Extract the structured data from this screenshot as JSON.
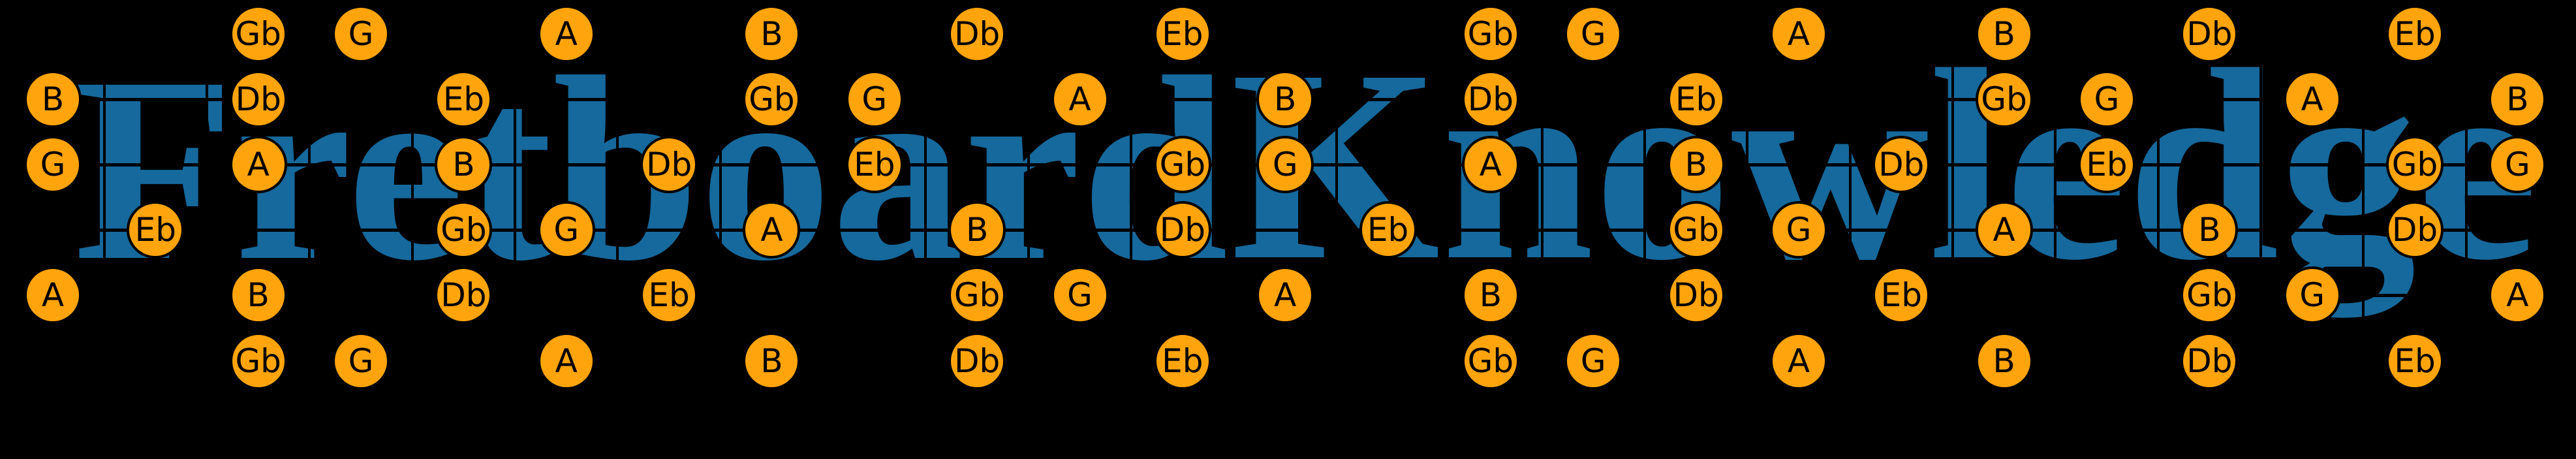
{
  "title": {
    "full": "Fretboard Knowledge",
    "word1": "Fretboard",
    "word2": "Knowledge",
    "color": "#15699D"
  },
  "colors": {
    "background": "#000000",
    "title_blue": "#15699D",
    "note_fill": "#FFA40D",
    "note_outline": "#000000",
    "grid_line": "#000000",
    "note_text": "#000000"
  },
  "fretboard": {
    "string_count": 6,
    "fret_count": 24,
    "note_labels_shown": [
      "Gb",
      "G",
      "A",
      "B",
      "Db",
      "Eb"
    ],
    "notes": [
      {
        "string": 1,
        "fret": 2,
        "label": "Gb"
      },
      {
        "string": 1,
        "fret": 3,
        "label": "G"
      },
      {
        "string": 1,
        "fret": 5,
        "label": "A"
      },
      {
        "string": 1,
        "fret": 7,
        "label": "B"
      },
      {
        "string": 1,
        "fret": 9,
        "label": "Db"
      },
      {
        "string": 1,
        "fret": 11,
        "label": "Eb"
      },
      {
        "string": 1,
        "fret": 14,
        "label": "Gb"
      },
      {
        "string": 1,
        "fret": 15,
        "label": "G"
      },
      {
        "string": 1,
        "fret": 17,
        "label": "A"
      },
      {
        "string": 1,
        "fret": 19,
        "label": "B"
      },
      {
        "string": 1,
        "fret": 21,
        "label": "Db"
      },
      {
        "string": 1,
        "fret": 23,
        "label": "Eb"
      },
      {
        "string": 2,
        "fret": 0,
        "label": "B"
      },
      {
        "string": 2,
        "fret": 2,
        "label": "Db"
      },
      {
        "string": 2,
        "fret": 4,
        "label": "Eb"
      },
      {
        "string": 2,
        "fret": 7,
        "label": "Gb"
      },
      {
        "string": 2,
        "fret": 8,
        "label": "G"
      },
      {
        "string": 2,
        "fret": 10,
        "label": "A"
      },
      {
        "string": 2,
        "fret": 12,
        "label": "B"
      },
      {
        "string": 2,
        "fret": 14,
        "label": "Db"
      },
      {
        "string": 2,
        "fret": 16,
        "label": "Eb"
      },
      {
        "string": 2,
        "fret": 19,
        "label": "Gb"
      },
      {
        "string": 2,
        "fret": 20,
        "label": "G"
      },
      {
        "string": 2,
        "fret": 22,
        "label": "A"
      },
      {
        "string": 2,
        "fret": 24,
        "label": "B"
      },
      {
        "string": 3,
        "fret": 0,
        "label": "G"
      },
      {
        "string": 3,
        "fret": 2,
        "label": "A"
      },
      {
        "string": 3,
        "fret": 4,
        "label": "B"
      },
      {
        "string": 3,
        "fret": 6,
        "label": "Db"
      },
      {
        "string": 3,
        "fret": 8,
        "label": "Eb"
      },
      {
        "string": 3,
        "fret": 11,
        "label": "Gb"
      },
      {
        "string": 3,
        "fret": 12,
        "label": "G"
      },
      {
        "string": 3,
        "fret": 14,
        "label": "A"
      },
      {
        "string": 3,
        "fret": 16,
        "label": "B"
      },
      {
        "string": 3,
        "fret": 18,
        "label": "Db"
      },
      {
        "string": 3,
        "fret": 20,
        "label": "Eb"
      },
      {
        "string": 3,
        "fret": 23,
        "label": "Gb"
      },
      {
        "string": 3,
        "fret": 24,
        "label": "G"
      },
      {
        "string": 4,
        "fret": 1,
        "label": "Eb"
      },
      {
        "string": 4,
        "fret": 4,
        "label": "Gb"
      },
      {
        "string": 4,
        "fret": 5,
        "label": "G"
      },
      {
        "string": 4,
        "fret": 7,
        "label": "A"
      },
      {
        "string": 4,
        "fret": 9,
        "label": "B"
      },
      {
        "string": 4,
        "fret": 11,
        "label": "Db"
      },
      {
        "string": 4,
        "fret": 13,
        "label": "Eb"
      },
      {
        "string": 4,
        "fret": 16,
        "label": "Gb"
      },
      {
        "string": 4,
        "fret": 17,
        "label": "G"
      },
      {
        "string": 4,
        "fret": 19,
        "label": "A"
      },
      {
        "string": 4,
        "fret": 21,
        "label": "B"
      },
      {
        "string": 4,
        "fret": 23,
        "label": "Db"
      },
      {
        "string": 5,
        "fret": 0,
        "label": "A"
      },
      {
        "string": 5,
        "fret": 2,
        "label": "B"
      },
      {
        "string": 5,
        "fret": 4,
        "label": "Db"
      },
      {
        "string": 5,
        "fret": 6,
        "label": "Eb"
      },
      {
        "string": 5,
        "fret": 9,
        "label": "Gb"
      },
      {
        "string": 5,
        "fret": 10,
        "label": "G"
      },
      {
        "string": 5,
        "fret": 12,
        "label": "A"
      },
      {
        "string": 5,
        "fret": 14,
        "label": "B"
      },
      {
        "string": 5,
        "fret": 16,
        "label": "Db"
      },
      {
        "string": 5,
        "fret": 18,
        "label": "Eb"
      },
      {
        "string": 5,
        "fret": 21,
        "label": "Gb"
      },
      {
        "string": 5,
        "fret": 22,
        "label": "G"
      },
      {
        "string": 5,
        "fret": 24,
        "label": "A"
      },
      {
        "string": 6,
        "fret": 2,
        "label": "Gb"
      },
      {
        "string": 6,
        "fret": 3,
        "label": "G"
      },
      {
        "string": 6,
        "fret": 5,
        "label": "A"
      },
      {
        "string": 6,
        "fret": 7,
        "label": "B"
      },
      {
        "string": 6,
        "fret": 9,
        "label": "Db"
      },
      {
        "string": 6,
        "fret": 11,
        "label": "Eb"
      },
      {
        "string": 6,
        "fret": 14,
        "label": "Gb"
      },
      {
        "string": 6,
        "fret": 15,
        "label": "G"
      },
      {
        "string": 6,
        "fret": 17,
        "label": "A"
      },
      {
        "string": 6,
        "fret": 19,
        "label": "B"
      },
      {
        "string": 6,
        "fret": 21,
        "label": "Db"
      },
      {
        "string": 6,
        "fret": 23,
        "label": "Eb"
      }
    ]
  }
}
